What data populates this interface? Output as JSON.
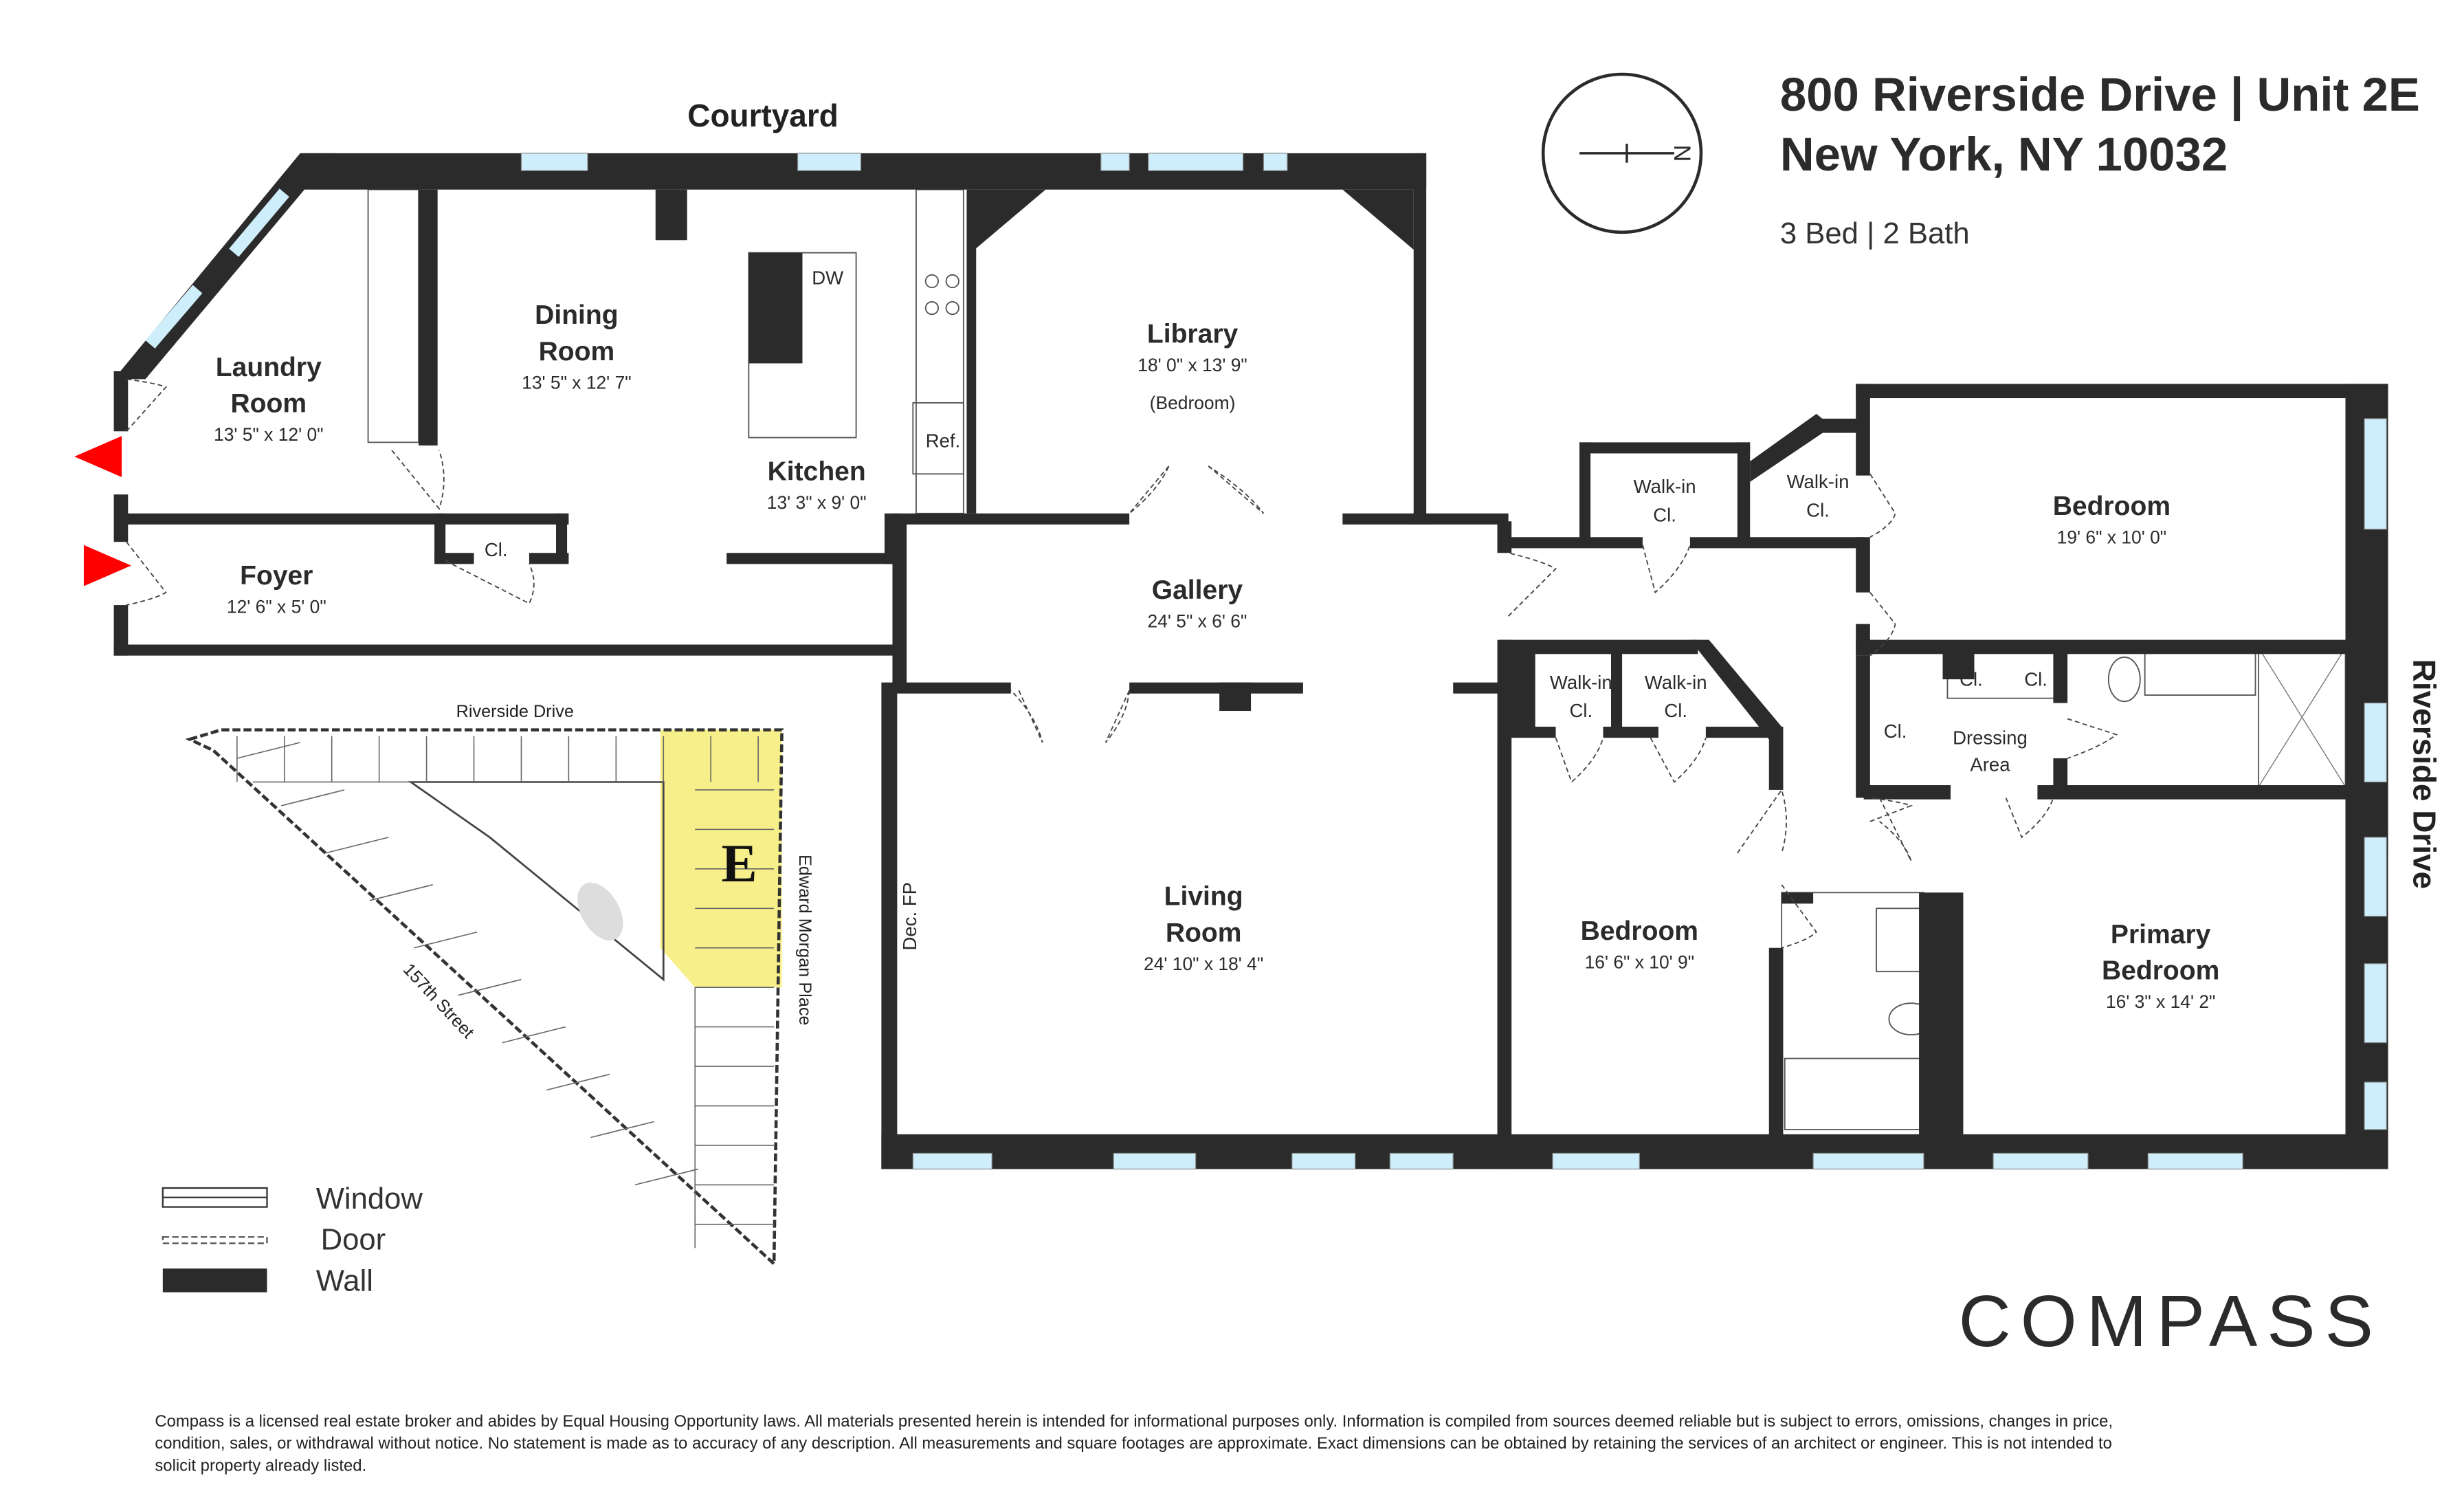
{
  "header": {
    "title_line1": "800 Riverside Drive | Unit 2E",
    "title_line2": "New York, NY 10032",
    "summary": "3 Bed | 2 Bath"
  },
  "compass_rose": {
    "label": "N",
    "orientation": "north-right"
  },
  "streets": {
    "courtyard": "Courtyard",
    "riverside_right": "Riverside Drive"
  },
  "rooms": [
    {
      "name": [
        "Laundry",
        "Room"
      ],
      "dims": "13' 5\" x 12' 0\""
    },
    {
      "name": [
        "Dining",
        "Room"
      ],
      "dims": "13' 5\" x 12' 7\""
    },
    {
      "name": [
        "Kitchen"
      ],
      "dims": "13' 3\" x 9' 0\""
    },
    {
      "name": [
        "Library"
      ],
      "dims": "18' 0\" x 13' 9\"",
      "note": "(Bedroom)"
    },
    {
      "name": [
        "Foyer"
      ],
      "dims": "12' 6\" x 5' 0\""
    },
    {
      "name": [
        "Gallery"
      ],
      "dims": "24' 5\" x 6' 6\""
    },
    {
      "name": [
        "Living",
        "Room"
      ],
      "dims": "24' 10\" x 18' 4\""
    },
    {
      "name": [
        "Bedroom"
      ],
      "dims": "16' 6\" x 10' 9\""
    },
    {
      "name": [
        "Bedroom"
      ],
      "dims": "19' 6\" x 10' 0\""
    },
    {
      "name": [
        "Primary",
        "Bedroom"
      ],
      "dims": "16' 3\" x 14' 2\""
    }
  ],
  "small_labels": [
    {
      "text": "Cl.",
      "kind": "closet"
    },
    {
      "text": "Walk-in",
      "kind": "closet"
    },
    {
      "text": "Cl.",
      "kind": "closet"
    },
    {
      "text": "Walk-in",
      "kind": "closet"
    },
    {
      "text": "Cl.",
      "kind": "closet"
    },
    {
      "text": "Walk-in",
      "kind": "closet"
    },
    {
      "text": "Cl.",
      "kind": "closet"
    },
    {
      "text": "Walk-in",
      "kind": "closet"
    },
    {
      "text": "Cl.",
      "kind": "closet"
    },
    {
      "text": "Cl.",
      "kind": "closet"
    },
    {
      "text": "Cl.",
      "kind": "closet"
    },
    {
      "text": "Cl.",
      "kind": "closet"
    },
    {
      "text": "Dressing",
      "kind": "area"
    },
    {
      "text": "Area",
      "kind": "area"
    },
    {
      "text": "DW",
      "kind": "appliance"
    },
    {
      "text": "Ref.",
      "kind": "appliance"
    }
  ],
  "fireplace_label": "Dec. FP",
  "site_plan": {
    "street_top": "Riverside Drive",
    "street_right": "Edward Morgan Place",
    "street_diagonal": "157th Street",
    "unit_marker": "E",
    "highlight_color": "#f7f08a"
  },
  "legend": {
    "window": "Window",
    "door": "Door",
    "wall": "Wall"
  },
  "colors": {
    "wall": "#2b2b2b",
    "window": "#cdeefa",
    "entry_arrow": "#ff0000"
  },
  "logo": "COMPASS",
  "disclaimer": [
    "Compass is a licensed real estate broker and abides by Equal Housing Opportunity laws. All materials presented herein is intended for informational purposes only. Information is compiled from sources deemed reliable but is subject to errors, omissions, changes in price,",
    "condition, sales, or withdrawal without notice. No statement is made as to accuracy of any description. All measurements and square footages are approximate. Exact dimensions can be obtained by retaining the services of an architect or engineer. This is not intended to",
    "solicit property already listed."
  ]
}
